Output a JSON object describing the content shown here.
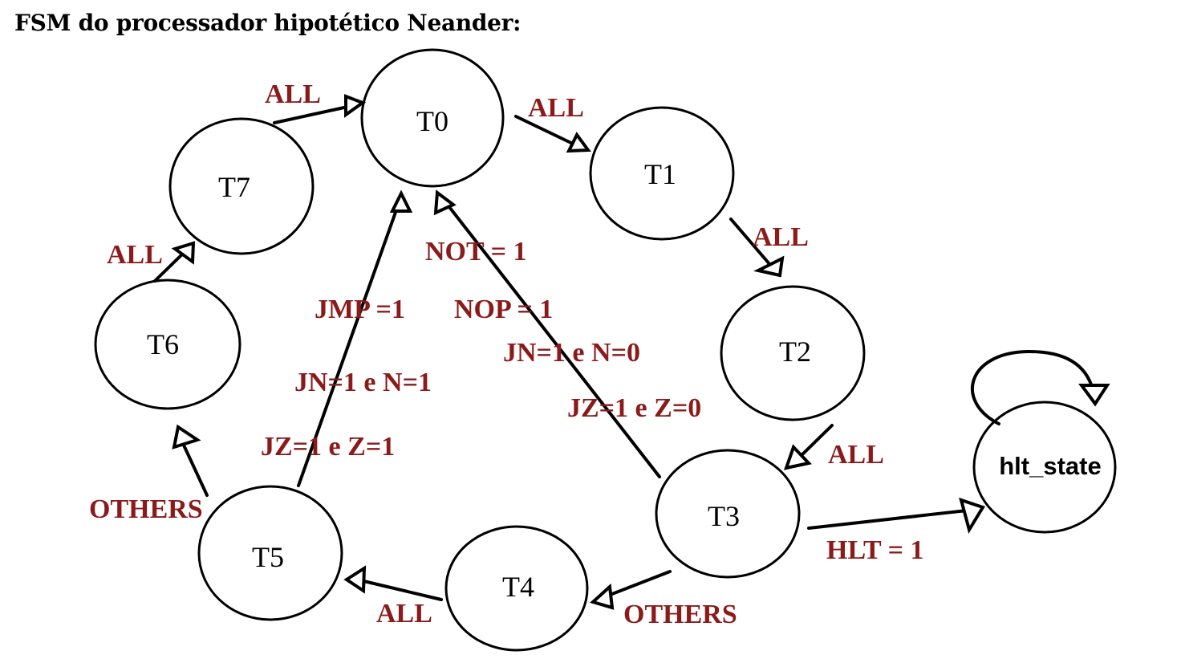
{
  "title": "FSM do processador hipotético Neander:",
  "colors": {
    "label": "#8b1a1a",
    "stroke": "#000000",
    "background": "#ffffff"
  },
  "states": {
    "t0": "T0",
    "t1": "T1",
    "t2": "T2",
    "t3": "T3",
    "t4": "T4",
    "t5": "T5",
    "t6": "T6",
    "t7": "T7",
    "hlt": "hlt_state"
  },
  "transitions": {
    "t7_t0": "ALL",
    "t0_t1": "ALL",
    "t1_t2": "ALL",
    "t2_t3": "ALL",
    "t6_t7": "ALL",
    "t4_t5": "ALL",
    "t5_t6": "OTHERS",
    "t3_t4": "OTHERS",
    "t3_hlt": "HLT = 1",
    "t5_t0": [
      "JMP =1",
      "JN=1 e N=1",
      "JZ=1 e Z=1"
    ],
    "t3_t0": [
      "NOT = 1",
      "NOP = 1",
      "JN=1 e N=0",
      "JZ=1 e Z=0"
    ]
  }
}
